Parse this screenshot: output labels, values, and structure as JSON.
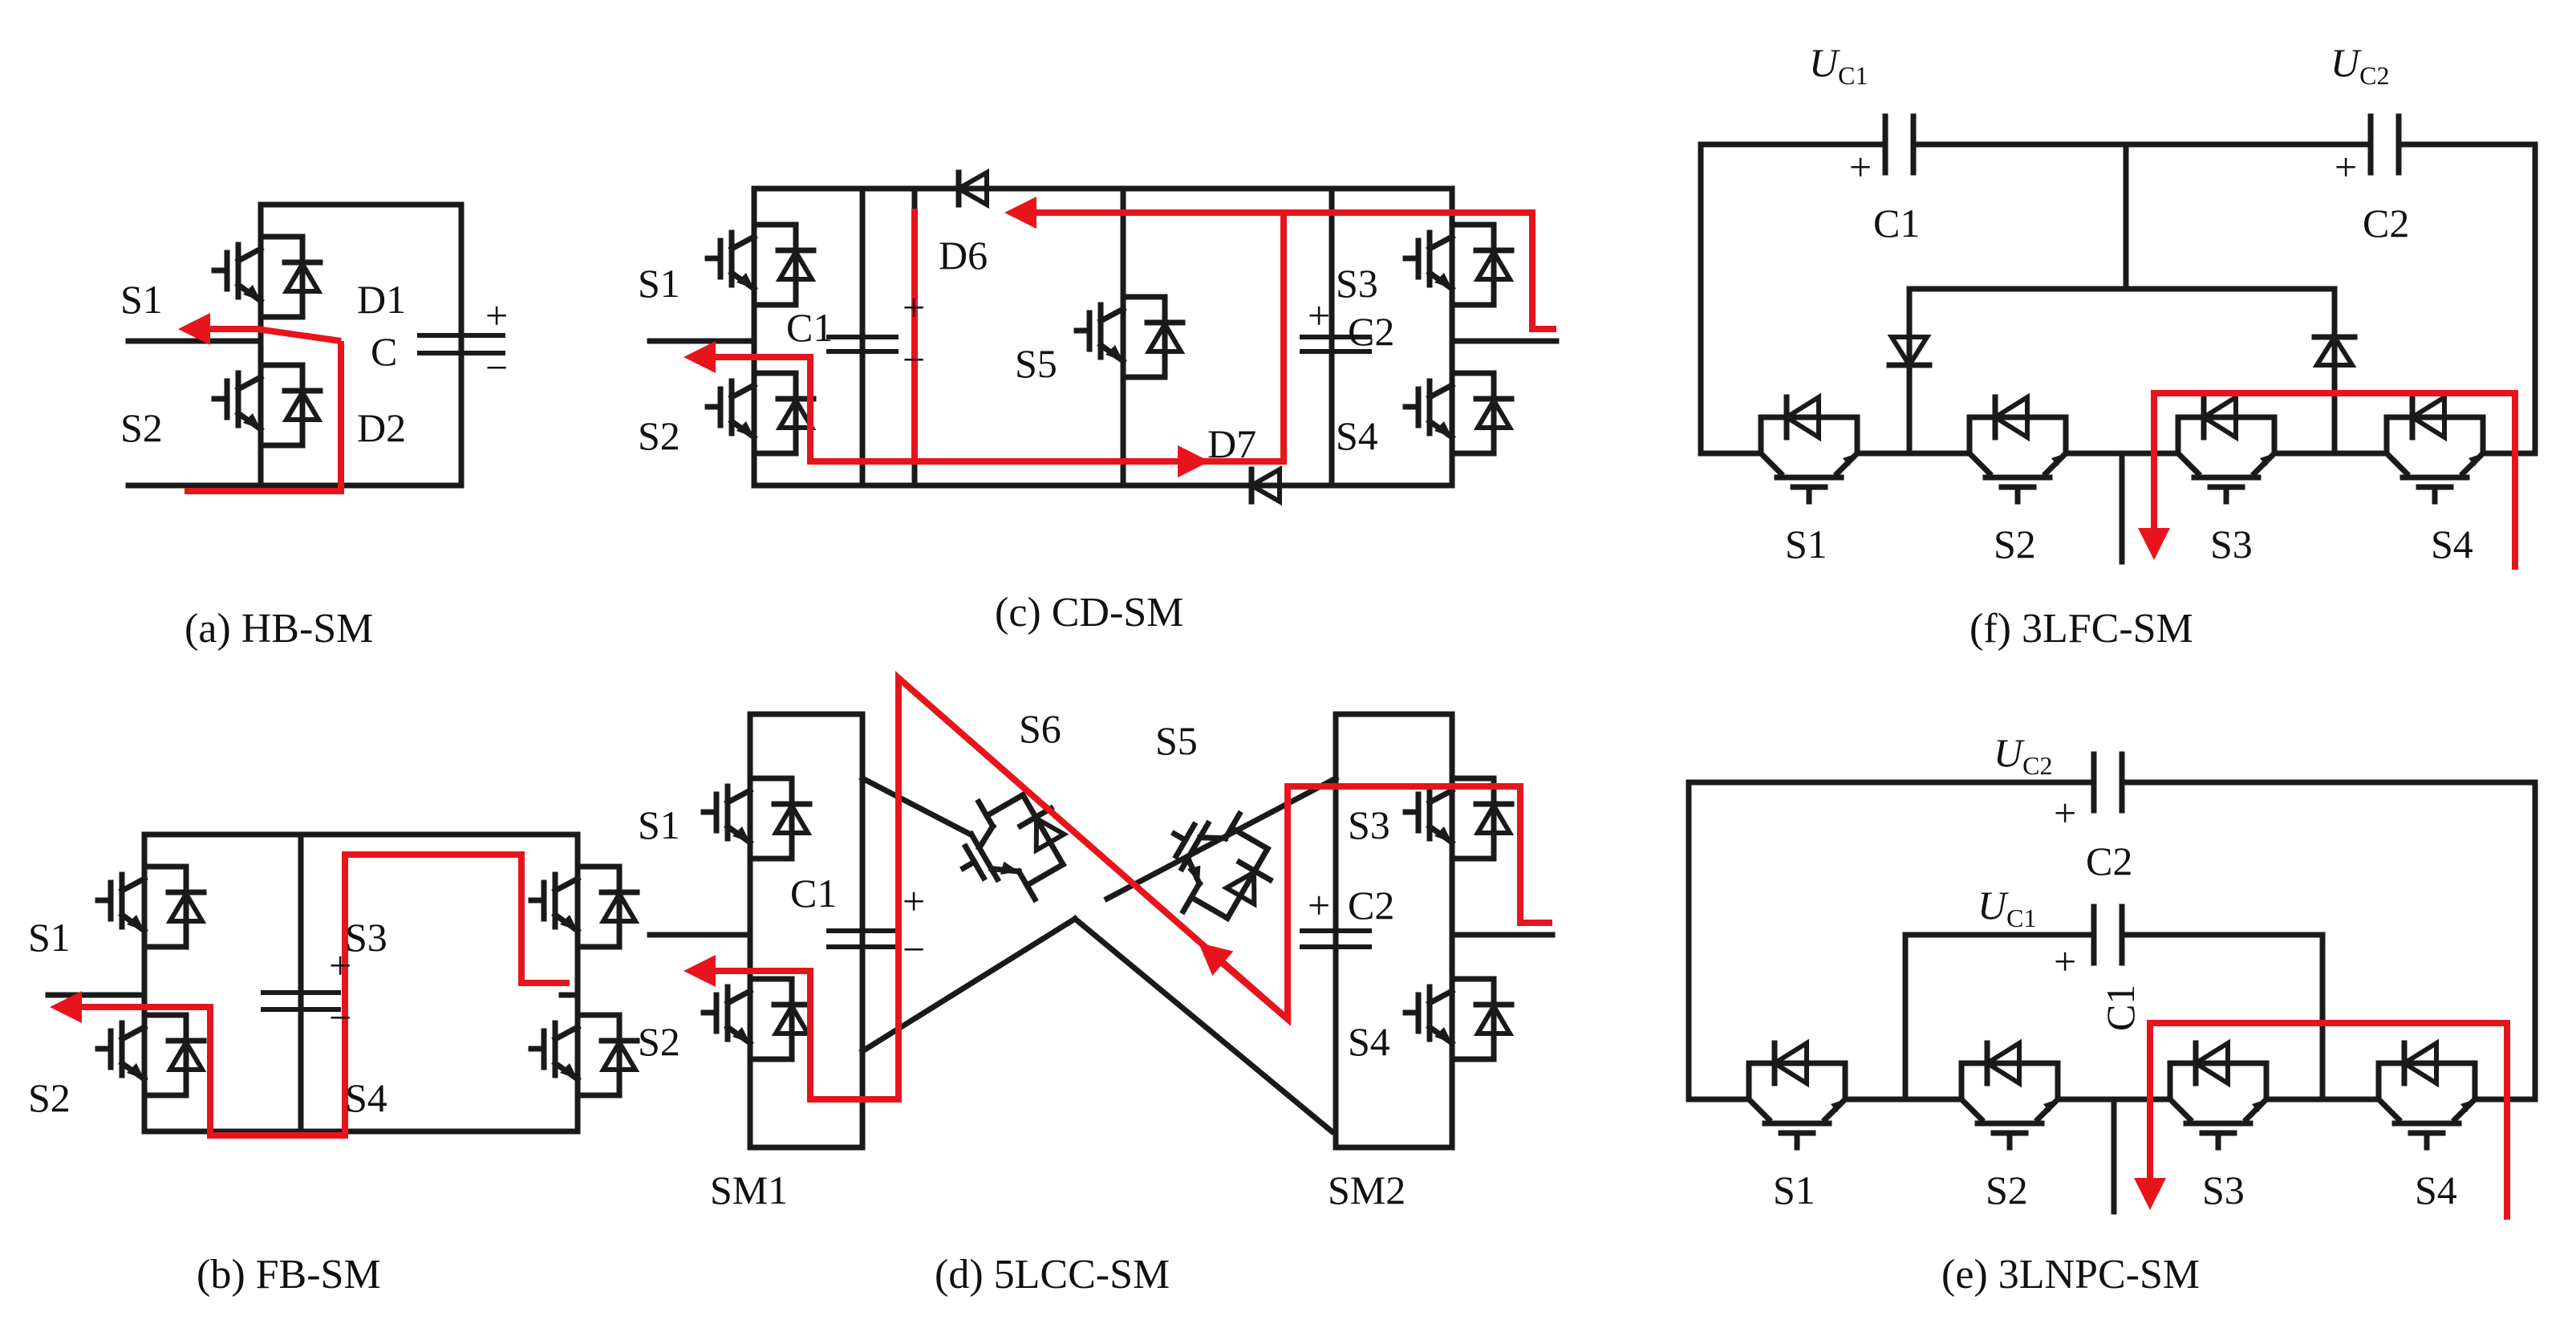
{
  "panels": {
    "a": {
      "caption": "(a) HB-SM",
      "labels": {
        "s1": "S1",
        "s2": "S2",
        "d1": "D1",
        "d2": "D2",
        "c": "C",
        "plus": "+",
        "minus": "−"
      }
    },
    "b": {
      "caption": "(b) FB-SM",
      "labels": {
        "s1": "S1",
        "s2": "S2",
        "s3": "S3",
        "s4": "S4",
        "plus": "+",
        "minus": "−"
      }
    },
    "c": {
      "caption": "(c) CD-SM",
      "labels": {
        "s1": "S1",
        "s2": "S2",
        "s3": "S3",
        "s4": "S4",
        "s5": "S5",
        "c1": "C1",
        "c2": "C2",
        "d6": "D6",
        "d7": "D7",
        "plus": "+",
        "minus": "−"
      }
    },
    "d": {
      "caption": "(d) 5LCC-SM",
      "labels": {
        "s1": "S1",
        "s2": "S2",
        "s3": "S3",
        "s4": "S4",
        "s5": "S5",
        "s6": "S6",
        "c1": "C1",
        "c2": "C2",
        "sm1": "SM1",
        "sm2": "SM2",
        "plus": "+",
        "minus": "−"
      }
    },
    "f": {
      "caption": "(f) 3LFC-SM",
      "labels": {
        "s1": "S1",
        "s2": "S2",
        "s3": "S3",
        "s4": "S4",
        "c1": "C1",
        "c2": "C2",
        "u": "U",
        "uc1_sub": "C1",
        "uc2_sub": "C2",
        "plus": "+"
      }
    },
    "e": {
      "caption": "(e) 3LNPC-SM",
      "labels": {
        "s1": "S1",
        "s2": "S2",
        "s3": "S3",
        "s4": "S4",
        "c1": "C1",
        "c2": "C2",
        "u": "U",
        "uc1_sub": "C1",
        "uc2_sub": "C2",
        "plus": "+"
      }
    }
  },
  "colors": {
    "wire": "#1a1a1a",
    "current_path": "#e8141c"
  }
}
